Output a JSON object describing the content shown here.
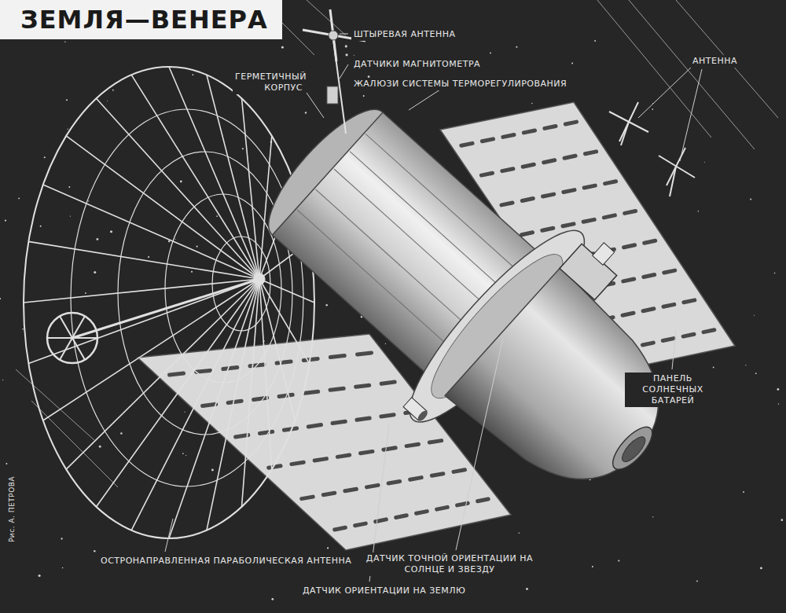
{
  "diagram": {
    "title": "ЗЕМЛЯ—ВЕНЕРА",
    "labels": [
      "ШТЫРЕВАЯ АНТЕННА",
      "ДАТЧИКИ МАГНИТОМЕТРА",
      "ГЕРМЕТИЧНЫЙ КОРПУС",
      "ЖАЛЮЗИ СИСТЕМЫ ТЕРМОРЕГУЛИРОВАНИЯ",
      "АНТЕННА",
      "ПАНЕЛЬ СОЛНЕЧНЫХ БАТАРЕЙ",
      "ОСТРОНАПРАВЛЕННАЯ ПАРАБОЛИЧЕСКАЯ АНТЕННА",
      "ДАТЧИК ТОЧНОЙ ОРИЕНТАЦИИ НА СОЛНЦЕ И ЗВЕЗДУ",
      "ДАТЧИК ОРИЕНТАЦИИ НА ЗЕМЛЮ",
      "Рис. А. ПЕТРОВА"
    ]
  }
}
